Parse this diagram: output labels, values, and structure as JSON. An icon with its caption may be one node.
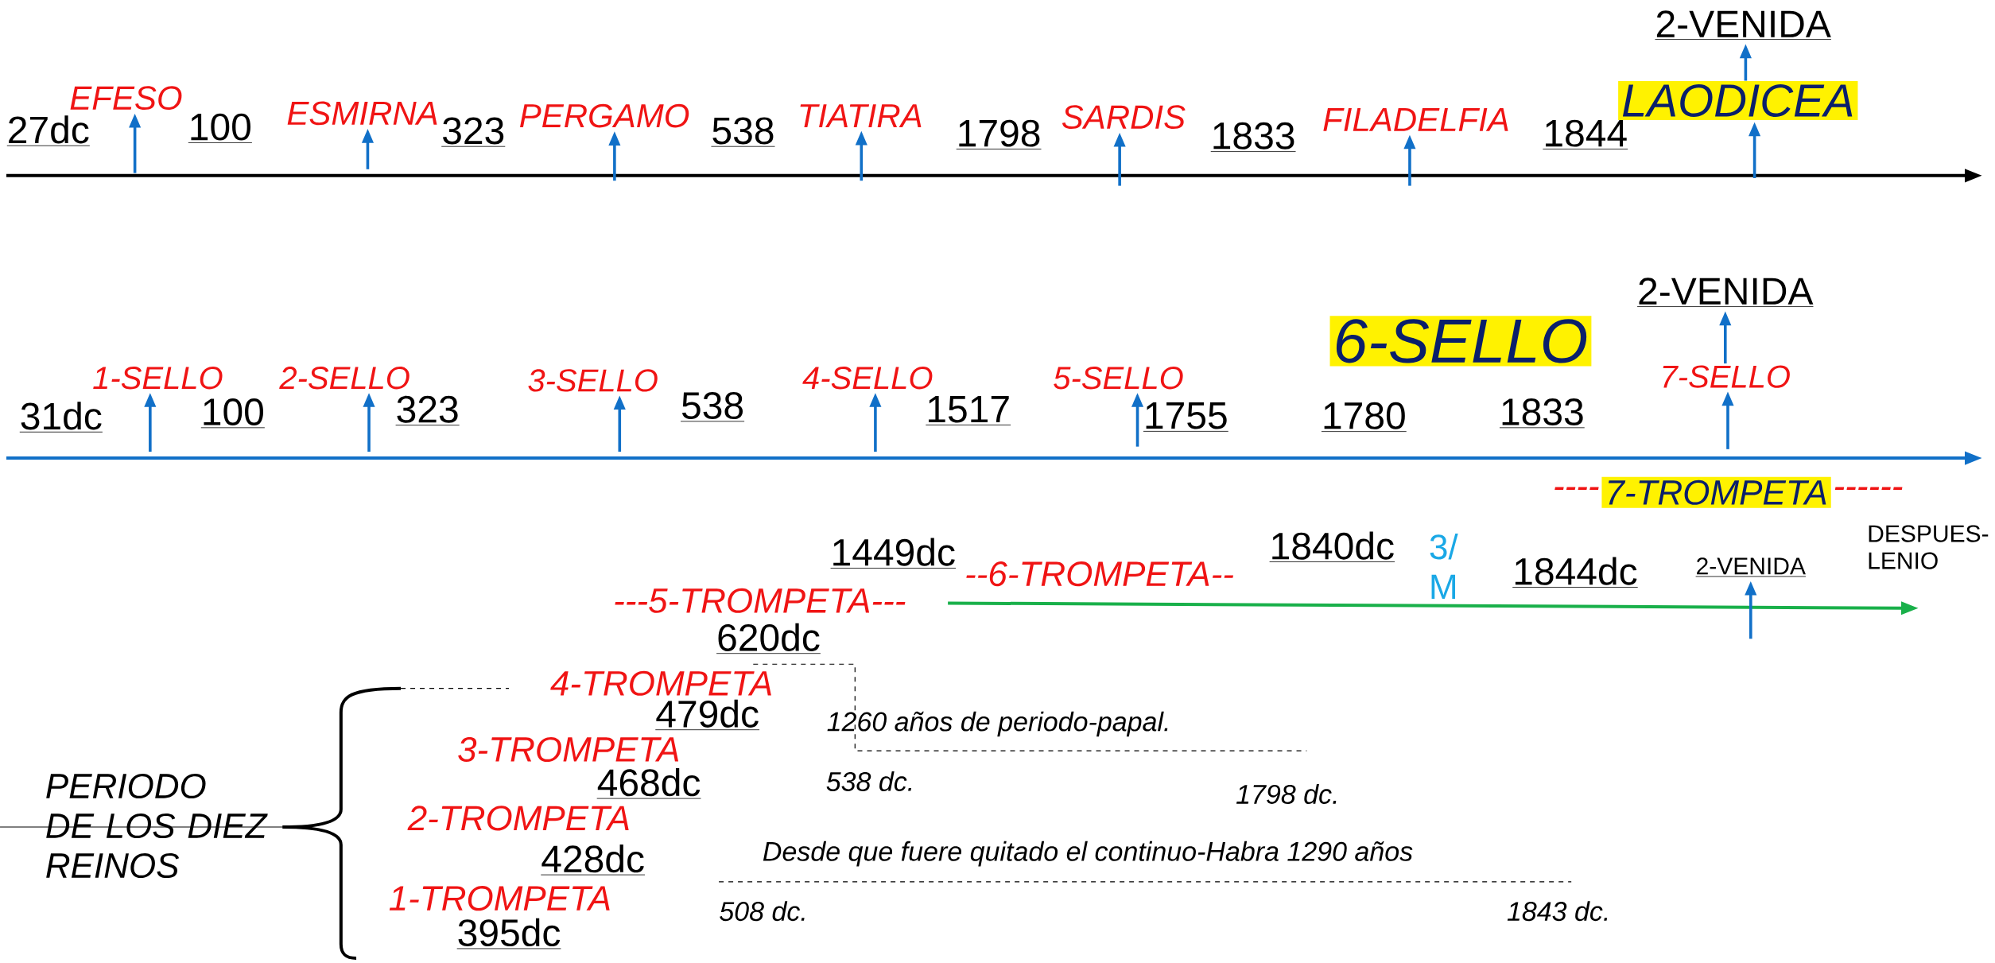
{
  "diagram": {
    "nodes": [
      {
        "text": [
          "2-VENIDA"
        ]
      },
      {
        "text": [
          "EFESO"
        ]
      },
      {
        "text": [
          "ESMIRNA"
        ]
      },
      {
        "text": [
          "PERGAMO"
        ]
      },
      {
        "text": [
          "TIATIRA"
        ]
      },
      {
        "text": [
          "SARDIS"
        ]
      },
      {
        "text": [
          "FILADELFIA"
        ]
      },
      {
        "text": [
          "LAODICEA"
        ]
      },
      {
        "text": [
          "2-VENIDA"
        ]
      },
      {
        "text": [
          "6-SELLO"
        ]
      },
      {
        "text": [
          "1-SELLO"
        ]
      },
      {
        "text": [
          "2-SELLO"
        ]
      },
      {
        "text": [
          "3-SELLO"
        ]
      },
      {
        "text": [
          "4-SELLO"
        ]
      },
      {
        "text": [
          "5-SELLO"
        ]
      },
      {
        "text": [
          "7-SELLO"
        ]
      },
      {
        "text": [
          "7-TROMPETA"
        ],
        "beside": [
          "----",
          "------"
        ]
      },
      {
        "text": [
          "2-VENIDA"
        ]
      }
    ],
    "edges": [
      {
        "from": null,
        "to": 1,
        "arrow": "to"
      },
      {
        "from": null,
        "to": 2,
        "arrow": "to"
      },
      {
        "from": null,
        "to": 3,
        "arrow": "to"
      },
      {
        "from": null,
        "to": 4,
        "arrow": "to"
      },
      {
        "from": null,
        "to": 5,
        "arrow": "to"
      },
      {
        "from": null,
        "to": 6,
        "arrow": "to"
      },
      {
        "from": null,
        "to": 7,
        "arrow": "to"
      },
      {
        "from": 7,
        "to": 0,
        "arrow": "to"
      },
      {
        "from": null,
        "to": 10,
        "arrow": "to"
      },
      {
        "from": null,
        "to": 11,
        "arrow": "to"
      },
      {
        "from": null,
        "to": 12,
        "arrow": "to"
      },
      {
        "from": null,
        "to": 13,
        "arrow": "to"
      },
      {
        "from": null,
        "to": 14,
        "arrow": "to"
      },
      {
        "from": null,
        "to": 15,
        "arrow": "to"
      },
      {
        "from": 15,
        "to": 8,
        "arrow": "to"
      },
      {
        "from": null,
        "to": 17,
        "arrow": "to"
      }
    ],
    "labels": [
      "27dc",
      "100",
      "323",
      "538",
      "1798",
      "1833",
      "1844",
      "31dc",
      "100",
      "323",
      "538",
      "1517",
      "1755",
      "1780",
      "1833",
      "1449dc",
      "---5-TROMPETA---",
      "--6-TROMPETA--",
      "1840dc",
      "3/ M",
      "1844dc",
      "DESPUES- LENIO",
      "620dc",
      "4-TROMPETA",
      "479dc",
      "1260 años de periodo-papal.",
      "3-TROMPETA",
      "538 dc.",
      "468dc",
      "1798 dc.",
      "PERIODO DE LOS DIEZ REINOS",
      "2-TROMPETA",
      "428dc",
      "Desde que fuere quitado el continuo-Habra 1290 años",
      "1-TROMPETA",
      "508 dc.",
      "1843 dc.",
      "395dc"
    ]
  }
}
